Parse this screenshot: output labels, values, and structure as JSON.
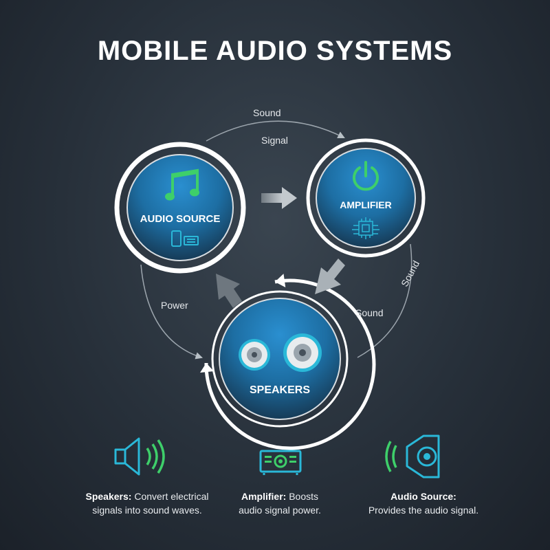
{
  "title": "MOBILE AUDIO SYSTEMS",
  "nodes": {
    "audio_source": "AUDIO SOURCE",
    "amplifier": "AMPLIFIER",
    "speakers": "SPEAKERS"
  },
  "flow_labels": {
    "top_sound": "Sound",
    "top_signal": "Signal",
    "left_power": "Power",
    "right_sound_inner": "Sound",
    "right_sound_outer": "Sound"
  },
  "legend": [
    {
      "name": "Speakers:",
      "desc_line1": "Convert electrical",
      "desc_line2": "signals into sound waves."
    },
    {
      "name": "Amplifier:",
      "desc_line1": "Boosts",
      "desc_line2": "audio signal power."
    },
    {
      "name": "Audio Source:",
      "desc_line1": "",
      "desc_line2": "Provides the audio signal."
    }
  ],
  "colors": {
    "accent_green": "#3ecf6a",
    "accent_cyan": "#2ab8d8",
    "node_blue": "#1f7fb8",
    "arrow_gray": "#9aa3ab"
  },
  "icons": {
    "audio_source": "music-note-icon",
    "audio_devices": "phone-and-keyboard-icon",
    "amplifier": "power-icon",
    "chip": "circuit-chip-icon",
    "speakers": "speaker-cone-icon"
  }
}
